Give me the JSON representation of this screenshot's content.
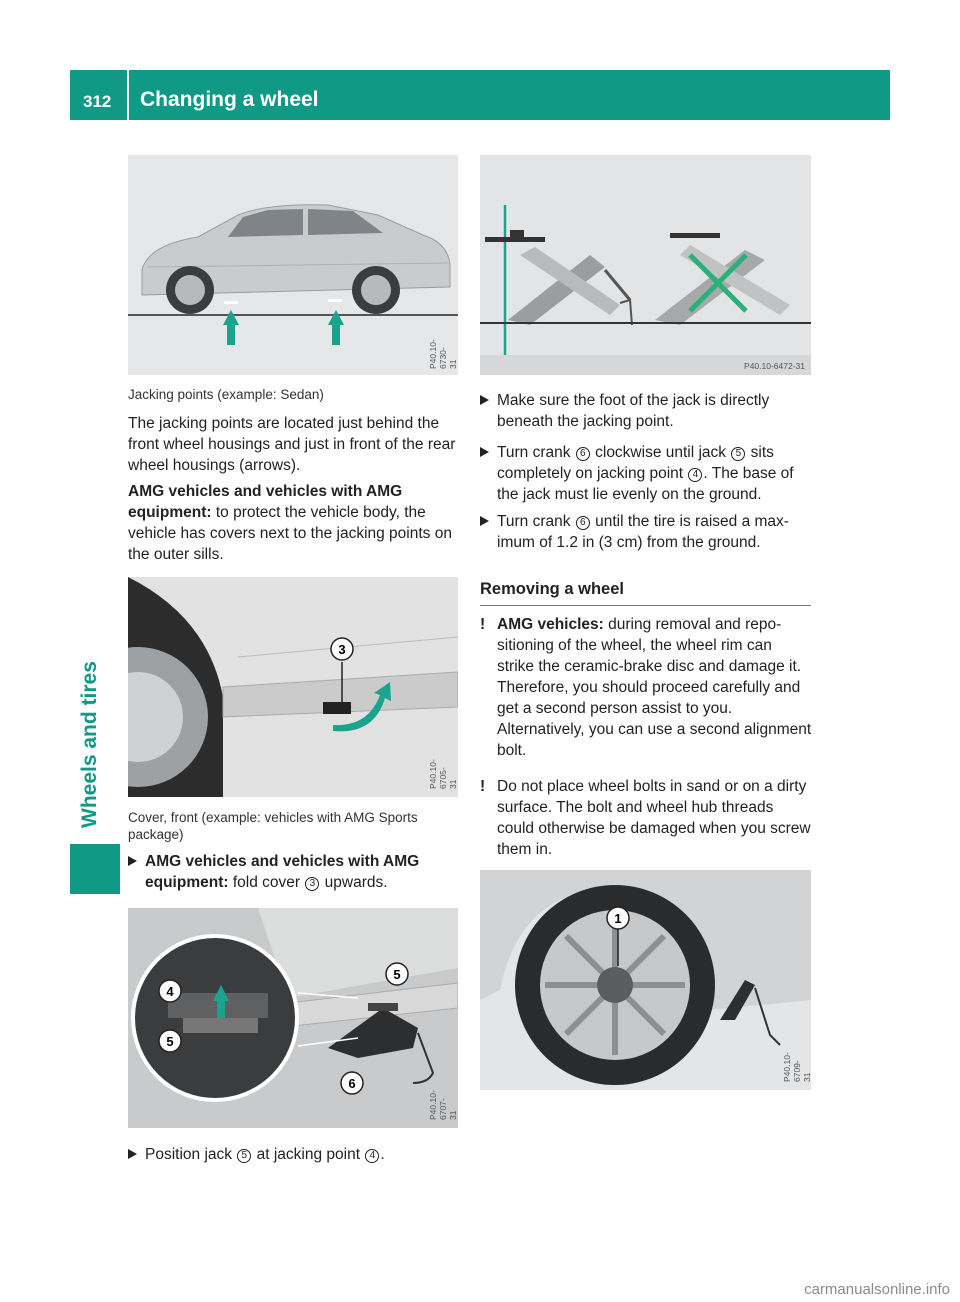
{
  "header": {
    "page_number": "312",
    "title": "Changing a wheel"
  },
  "side_tab": {
    "label": "Wheels and tires"
  },
  "figures": {
    "sedan_code": "P40.10-6730-31",
    "jack_code": "P40.10-6472-31",
    "cover_code": "P40.10-6705-31",
    "jack_position_code": "P40.10-6707-31",
    "wheel_code": "P40.10-6709-31",
    "callouts": [
      "1",
      "3",
      "4",
      "5",
      "6"
    ]
  },
  "left": {
    "caption1": "Jacking points (example: Sedan)",
    "para1": "The jacking points are located just behind the front wheel housings and just in front of the rear wheel housings (arrows).",
    "para2_bold": "AMG vehicles and vehicles with AMG equipment:",
    "para2_text": " to protect the vehicle body, the vehicle has covers next to the jacking points on the outer sills.",
    "caption2": "Cover, front (example: vehicles with AMG Sports package)",
    "step1_bold": "AMG vehicles and vehicles with AMG equipment:",
    "step1_pre": " fold cover ",
    "step1_post": " upwards.",
    "step2_pre": "Position jack ",
    "step2_mid": " at jacking point ",
    "step2_post": "."
  },
  "right": {
    "step3": "Make sure the foot of the jack is directly beneath the jacking point.",
    "step4_pre": "Turn crank ",
    "step4_mid1": " clockwise until jack ",
    "step4_mid2": " sits completely on jacking point ",
    "step4_post": ". The base of the jack must lie evenly on the ground.",
    "step5_pre": "Turn crank ",
    "step5_post": " until the tire is raised a max­imum of 1.2 in (3 cm) from the ground.",
    "section_title": "Removing a wheel",
    "warn_mark": "!",
    "warn1_bold": "AMG vehicles:",
    "warn1_text": " during removal and repo­sitioning of the wheel, the wheel rim can strike the ceramic-brake disc and damage it. Therefore, you should proceed carefully and get a second person assist to you. Alternatively, you can use a second align­ment bolt.",
    "warn2_text": "Do not place wheel bolts in sand or on a dirty surface. The bolt and wheel hub threads could otherwise be damaged when you screw them in."
  },
  "watermark": "carmanualsonline.info",
  "colors": {
    "accent": "#109a86",
    "arrow": "#1aa48e",
    "cross": "#2bb07a"
  }
}
